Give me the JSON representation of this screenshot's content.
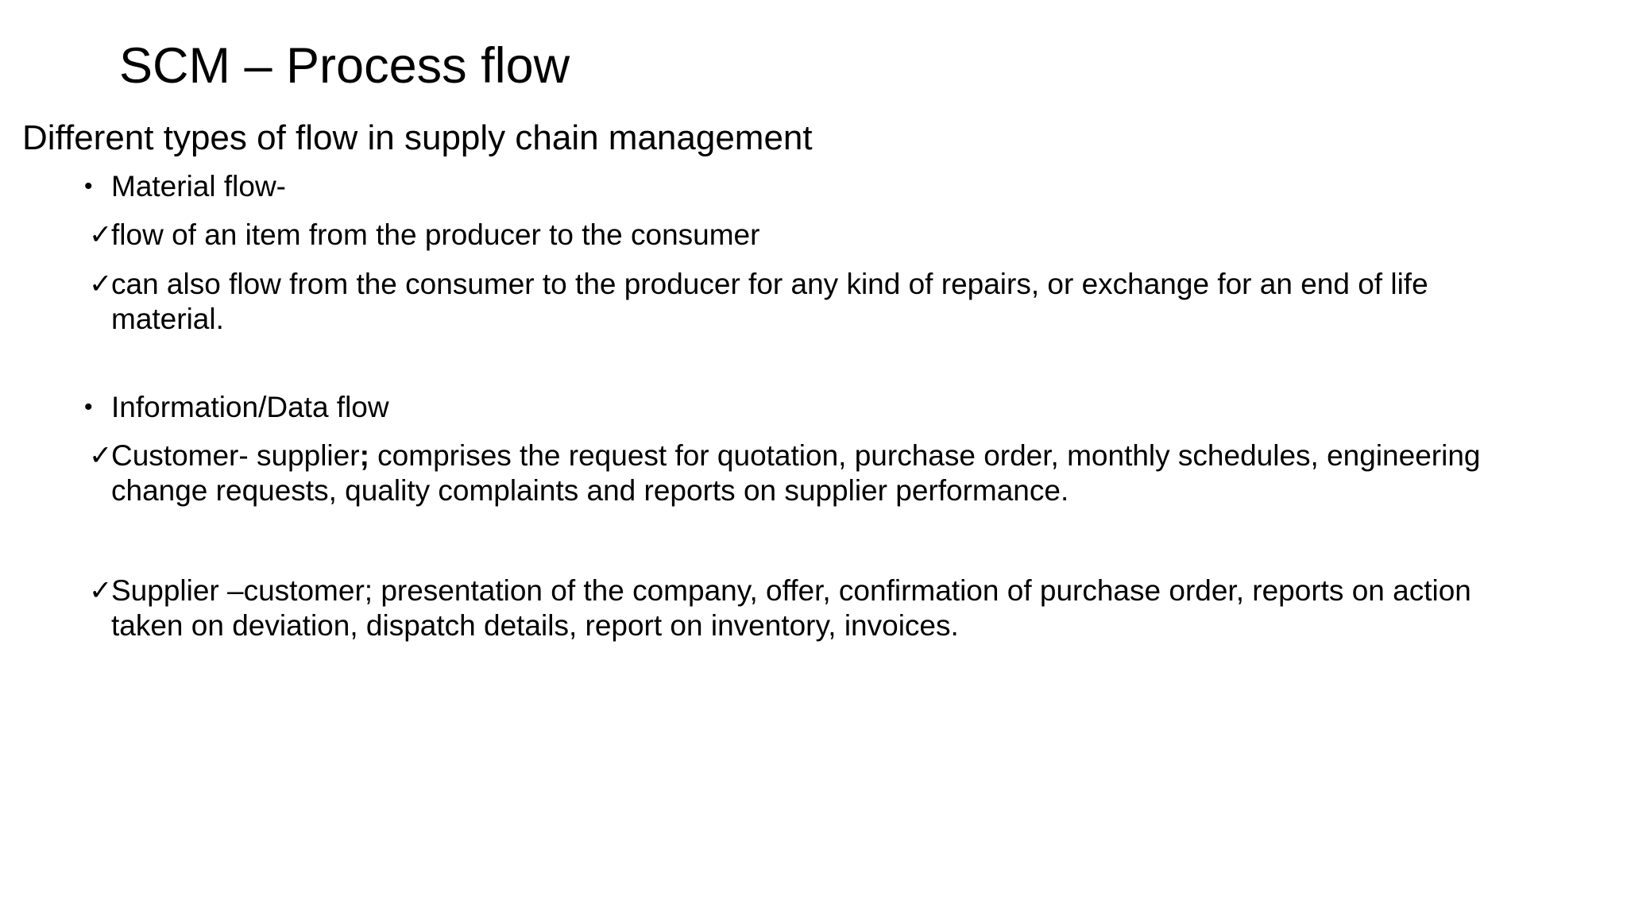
{
  "slide": {
    "title": "SCM – Process flow",
    "heading": "Different types of flow in supply chain management",
    "markers": {
      "bullet": "•",
      "check": "✓"
    },
    "sections": [
      {
        "bullet": "Material flow-",
        "points": [
          "flow of an item from the producer to the consumer",
          "can also flow from the consumer to the producer for any kind of repairs, or exchange for an end of life material."
        ]
      },
      {
        "bullet": "Information/Data flow",
        "points": [
          "Customer- supplier; comprises the request for quotation, purchase order, monthly schedules, engineering change requests, quality complaints and reports on supplier performance.",
          "Supplier –customer; presentation of the company, offer, confirmation of purchase order, reports on action taken on deviation, dispatch details, report on inventory, invoices."
        ]
      }
    ],
    "point_parts": {
      "customer_supplier_pre": "Customer- supplier",
      "customer_supplier_emph": ";",
      "customer_supplier_post": " comprises the request for quotation, purchase order, monthly schedules, engineering change requests, quality complaints and reports on supplier performance."
    },
    "colors": {
      "background": "#ffffff",
      "text": "#000000"
    }
  }
}
